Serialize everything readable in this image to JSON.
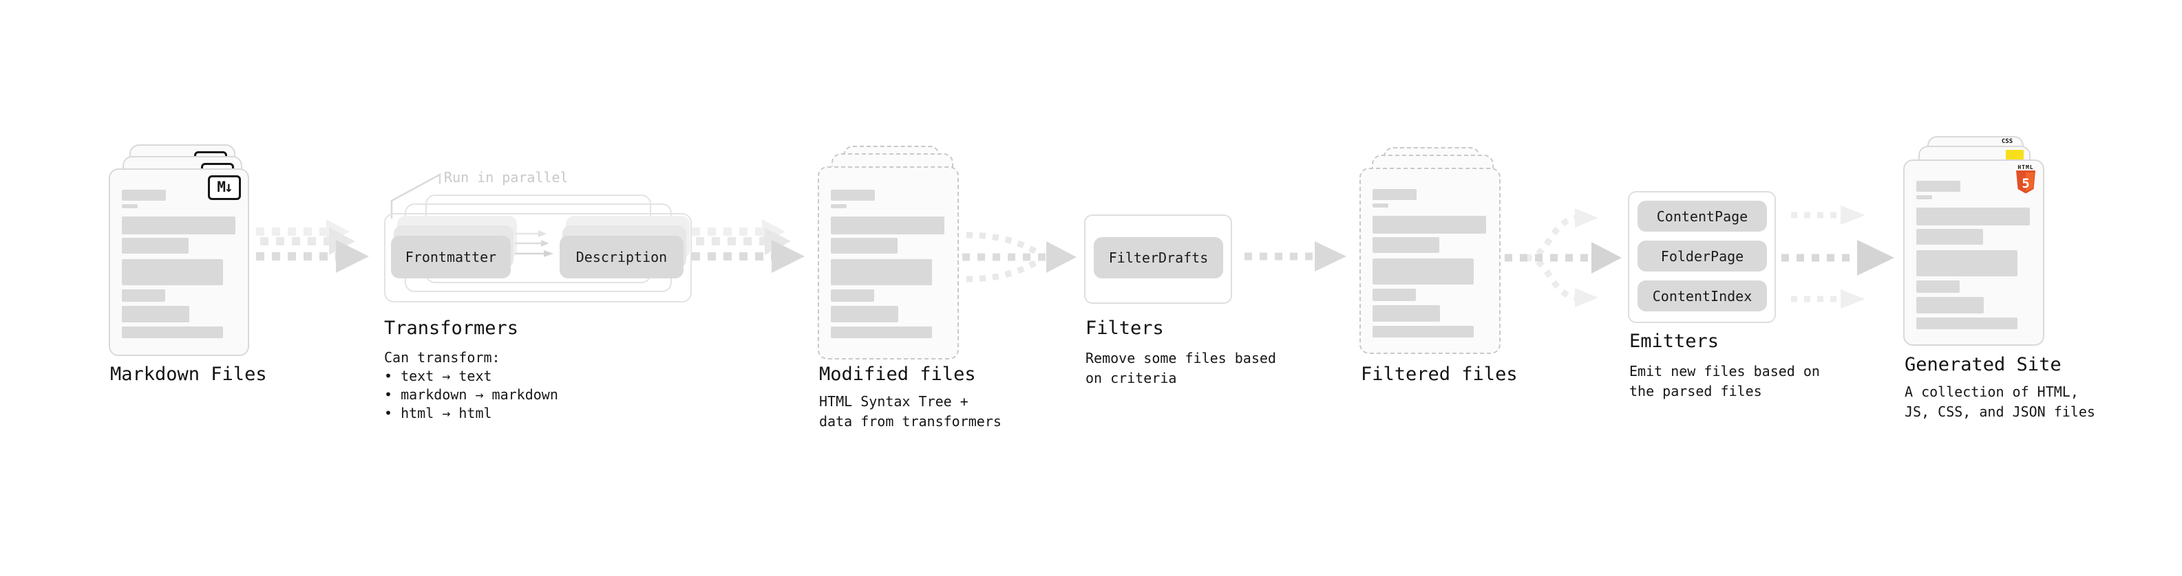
{
  "colors": {
    "html5_orange": "#e34f26",
    "js_yellow": "#f7df1e",
    "css_blue": "#2965f1",
    "chip_gray": "#d9d9d9",
    "arrow_gray": "#d9d9d9"
  },
  "stages": {
    "markdown": {
      "title": "Markdown Files",
      "badge": "M↓"
    },
    "transformers": {
      "title": "Transformers",
      "annotation": "Run in parallel",
      "chips": [
        "Frontmatter",
        "Description"
      ],
      "desc": "Can transform:\n • text → text\n • markdown → markdown\n • html → html"
    },
    "modified": {
      "title": "Modified files",
      "desc": "HTML Syntax Tree +\ndata from transformers"
    },
    "filters": {
      "title": "Filters",
      "chips": [
        "FilterDrafts"
      ],
      "desc": "Remove some files based\non criteria"
    },
    "filtered": {
      "title": "Filtered files"
    },
    "emitters": {
      "title": "Emitters",
      "chips": [
        "ContentPage",
        "FolderPage",
        "ContentIndex"
      ],
      "desc": "Emit new files based on\nthe parsed files"
    },
    "generated": {
      "title": "Generated Site",
      "desc": "A collection of HTML,\nJS, CSS, and JSON files",
      "css_label": "CSS",
      "html_label": "HTML",
      "html_digit": "5"
    }
  }
}
